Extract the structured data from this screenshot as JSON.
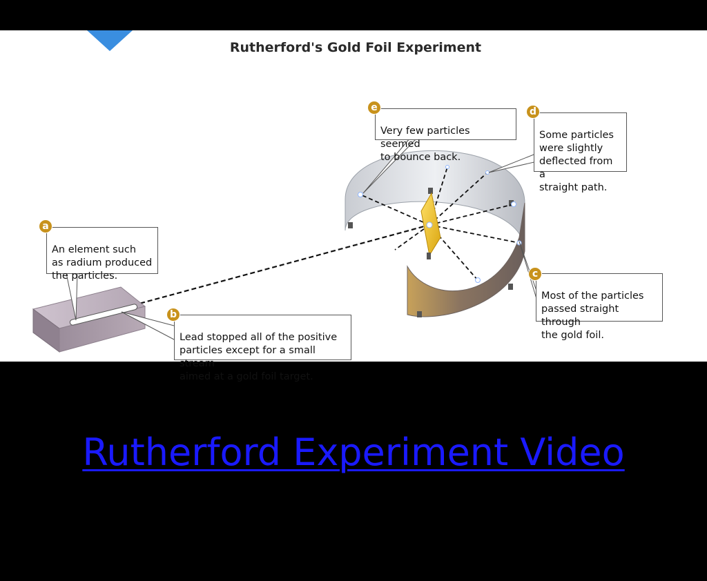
{
  "figure": {
    "title": "Rutherford's Gold Foil Experiment",
    "callouts": [
      {
        "id": "a",
        "badge": "a",
        "text": "An element such\nas radium produced\nthe particles."
      },
      {
        "id": "b",
        "badge": "b",
        "text": "Lead stopped all of the positive\nparticles except for a small stream\naimed at a gold foil target."
      },
      {
        "id": "c",
        "badge": "c",
        "text": "Most of the particles\npassed straight through\nthe gold foil."
      },
      {
        "id": "d",
        "badge": "d",
        "text": "Some particles\nwere slightly\ndeflected from a\nstraight path."
      },
      {
        "id": "e",
        "badge": "e",
        "text": "Very few particles seemed\nto bounce back."
      }
    ],
    "colors": {
      "badge": "#c8921c",
      "foil": "#e8b820",
      "lead": "#a89aa6"
    }
  },
  "link": {
    "label": "Rutherford Experiment Video",
    "color": "#1a1aff"
  },
  "decor": {
    "corner_shape_color": "#3a8ee0"
  }
}
